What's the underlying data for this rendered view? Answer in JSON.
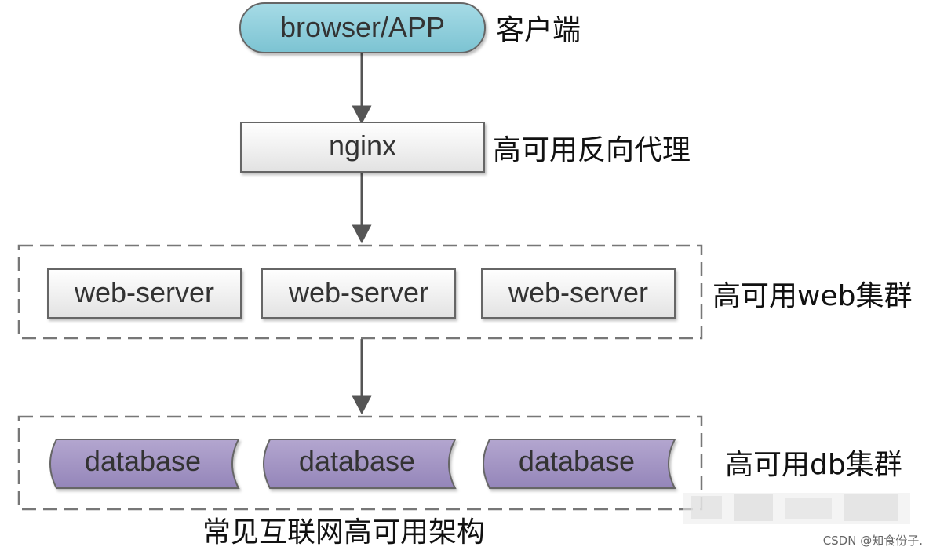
{
  "nodes": {
    "client": "browser/APP",
    "proxy": "nginx",
    "web_servers": [
      "web-server",
      "web-server",
      "web-server"
    ],
    "databases": [
      "database",
      "database",
      "database"
    ]
  },
  "labels": {
    "client": "客户端",
    "proxy": "高可用反向代理",
    "web_cluster": "高可用web集群",
    "db_cluster": "高可用db集群"
  },
  "caption": "常见互联网高可用架构",
  "watermark": "CSDN @知食份子.",
  "colors": {
    "client_fill": "#8fcfdc",
    "box_fill": "#f0f0f0",
    "db_fill": "#a596c4",
    "dashed_border": "#777777",
    "arrow": "#555555"
  }
}
